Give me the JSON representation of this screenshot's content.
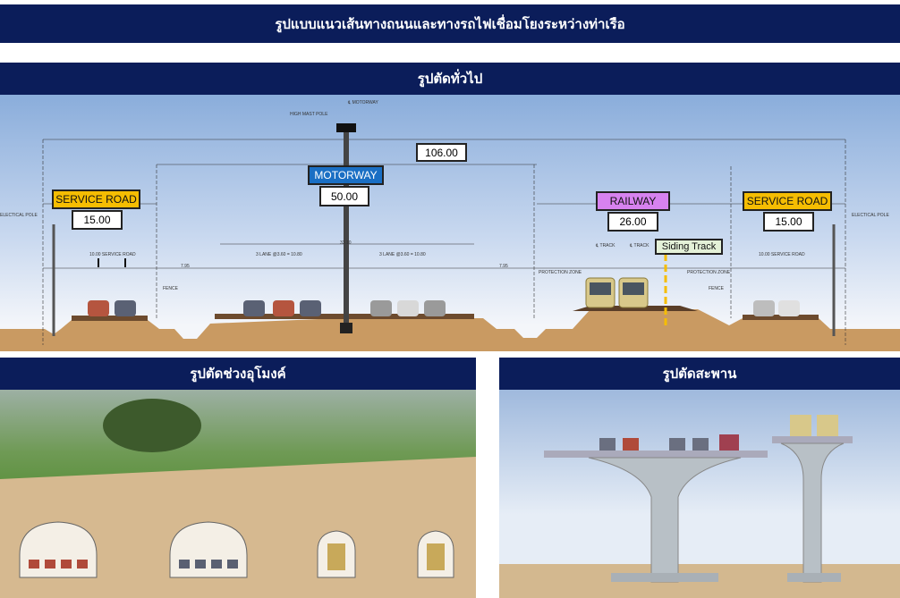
{
  "title": "รูปแบบแนวเส้นทางถนนและทางรถไฟเชื่อมโยงระหว่างท่าเรือ",
  "sections": {
    "general": "รูปตัดทั่วไป",
    "tunnel": "รูปตัดช่วงอุโมงค์",
    "bridge": "รูปตัดสะพาน"
  },
  "general": {
    "total_width": "106.00",
    "service_road_left": {
      "label": "SERVICE ROAD",
      "width": "15.00"
    },
    "motorway": {
      "label": "MOTORWAY",
      "width": "50.00"
    },
    "railway": {
      "label": "RAILWAY",
      "width": "26.00"
    },
    "service_road_right": {
      "label": "SERVICE ROAD",
      "width": "15.00"
    },
    "siding": "Siding Track",
    "annotations": {
      "cl_motorway": "℄ MOTORWAY",
      "high_mast": "HIGH MAST POLE",
      "elec_left": "ELECTICAL POLE",
      "elec_right": "ELECTICAL POLE",
      "fence_left": "FENCE",
      "fence_right": "FENCE",
      "pz_left": "PROTECTION ZONE",
      "pz_right": "PROTECTION ZONE",
      "track1": "℄ TRACK",
      "track2": "℄ TRACK",
      "lanes_left": "3 LANE @3.60 = 10.80",
      "lanes_right": "3 LANE @3.60 = 10.80",
      "median": "33.10",
      "sr_left": "10.00 SERVICE ROAD",
      "sr_right": "10.00 SERVICE ROAD",
      "dim_795a": "7.95",
      "dim_795b": "7.95"
    },
    "colors": {
      "service": "#f5bd02",
      "motorway": "#1a6fc4",
      "railway": "#d782ef",
      "siding": "#e4f1d8"
    }
  }
}
